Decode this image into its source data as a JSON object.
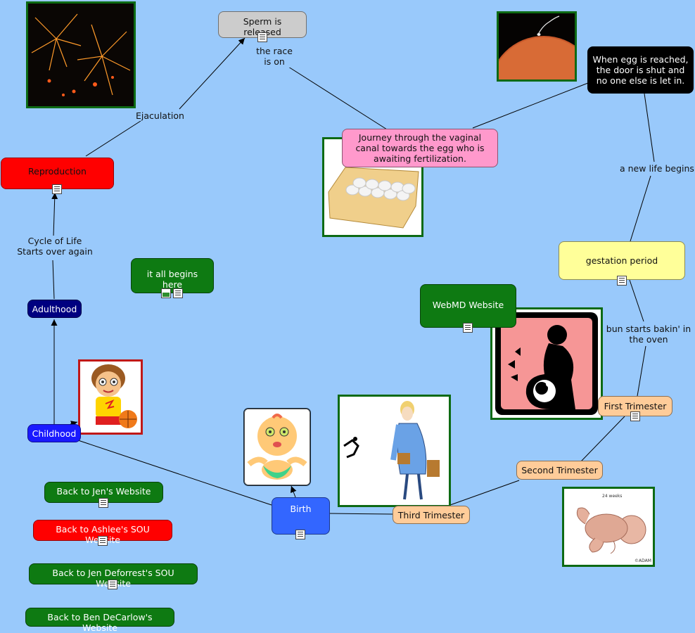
{
  "nodes": {
    "sperm": "Sperm is released",
    "egg_reached": "When egg is reached, the door is shut and no one else is let in.",
    "journey": "Journey through the vaginal canal towards the egg who is awaiting fertilization.",
    "reproduction": "Reproduction",
    "gestation": "gestation period",
    "begins": "it all begins here",
    "adulthood": "Adulthood",
    "webmd": "WebMD Website",
    "first_tri": "First Trimester",
    "childhood": "Childhood",
    "second_tri": "Second Trimester",
    "birth": "Birth",
    "third_tri": "Third Trimester",
    "jen_site": "Back to Jen's Website",
    "ashlee_site": "Back to Ashlee's SOU Website",
    "jen_sou": "Back to Jen Deforrest's SOU Website",
    "ben_site": "Back to Ben DeCarlow's Website"
  },
  "link_labels": {
    "ejaculation": "Ejaculation",
    "race": "the race is on",
    "new_life": "a new life begins",
    "cycle": "Cycle of Life Starts over again",
    "bakin": "bun starts bakin' in the oven"
  },
  "image_text": {
    "fetus_caption": "24 weeks",
    "fetus_credit": "©ADAM"
  },
  "colors": {
    "background": "#99c9fb",
    "reproduction": "#ff0000",
    "green": "#0e7a12",
    "adulthood": "#000080",
    "childhood": "#1a1aff",
    "birth": "#3366ff",
    "gestation": "#ffff99",
    "trimester": "#ffcc99",
    "journey": "#ff99cc",
    "sperm": "#cccccc",
    "egg_reached": "#000000"
  },
  "icons": [
    "document-icon",
    "image-icon"
  ]
}
